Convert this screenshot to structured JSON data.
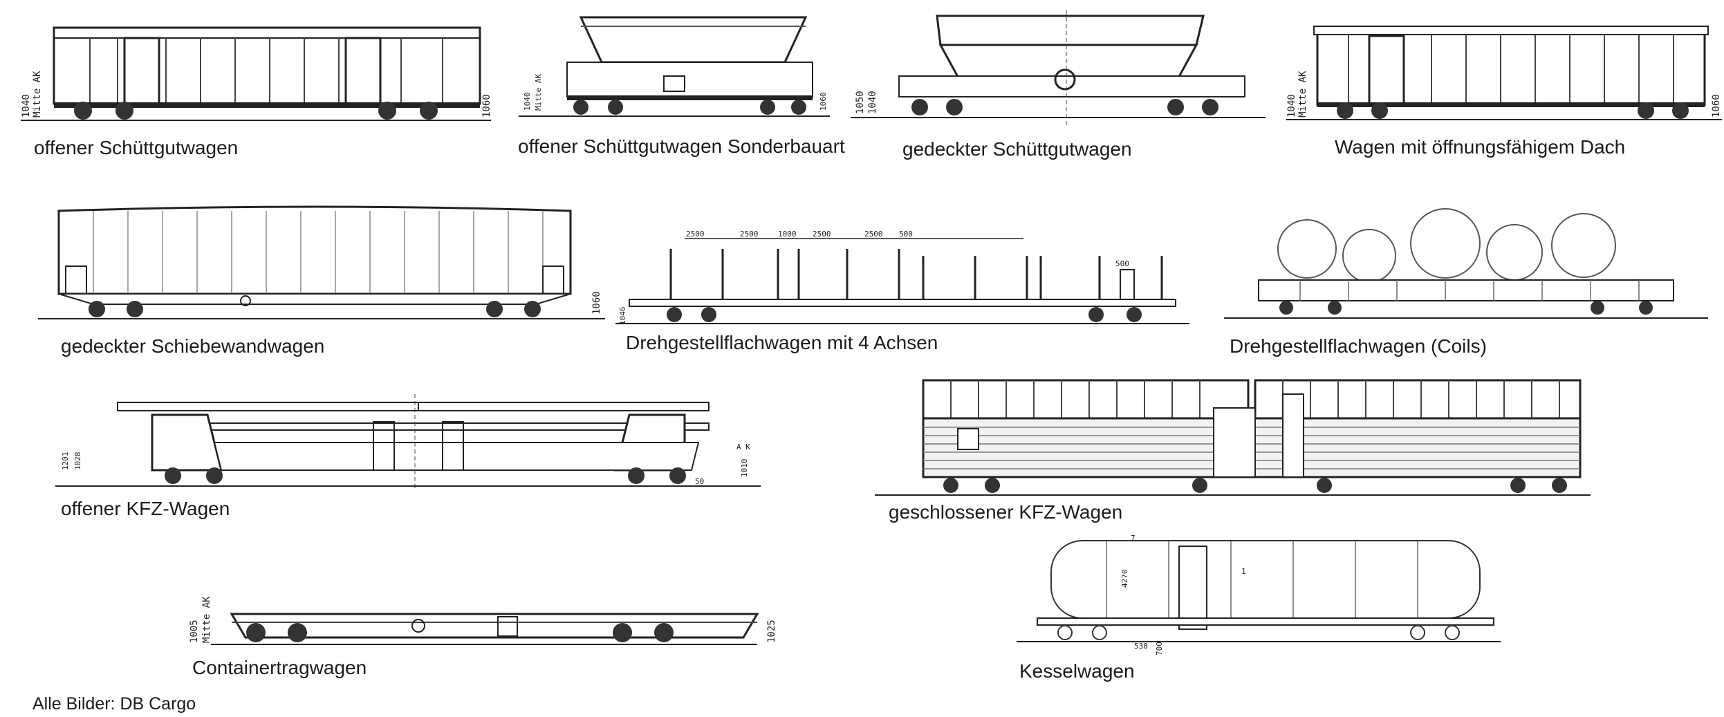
{
  "wagons": [
    {
      "key": "open_bulk",
      "label": "offener Schüttgutwagen",
      "dims": [
        "1040",
        "Mitte AK",
        "1060"
      ]
    },
    {
      "key": "open_bulk_special",
      "label": "offener Schüttgutwagen Sonderbauart",
      "dims": [
        "1040",
        "Mitte AK",
        "1060"
      ]
    },
    {
      "key": "covered_bulk",
      "label": "gedeckter Schüttgutwagen",
      "dims": [
        "1050",
        "1040"
      ]
    },
    {
      "key": "opening_roof",
      "label": "Wagen mit öffnungsfähigem Dach",
      "dims": [
        "1040",
        "Mitte AK",
        "1060"
      ]
    },
    {
      "key": "sliding_wall",
      "label": "gedeckter Schiebewandwagen",
      "dims": [
        "1060"
      ]
    },
    {
      "key": "bogie_flat_4axle",
      "label": "Drehgestellflachwagen mit 4 Achsen",
      "dims": [
        "2500",
        "2500",
        "1000",
        "2500",
        "2500",
        "500",
        "500",
        "1046"
      ]
    },
    {
      "key": "bogie_flat_coils",
      "label": "Drehgestellflachwagen (Coils)",
      "dims": []
    },
    {
      "key": "open_car_carrier",
      "label": "offener KFZ-Wagen",
      "dims": [
        "1201",
        "1028",
        "1010",
        "A K",
        "50"
      ]
    },
    {
      "key": "closed_car_carrier",
      "label": "geschlossener KFZ-Wagen",
      "dims": []
    },
    {
      "key": "container_flat",
      "label": "Containertragwagen",
      "dims": [
        "1005",
        "Mitte AK",
        "1025"
      ]
    },
    {
      "key": "tank",
      "label": "Kesselwagen",
      "dims": [
        "4270",
        "530",
        "700",
        "7",
        "1"
      ]
    }
  ],
  "credit": "Alle Bilder: DB Cargo",
  "colors": {
    "ink": "#1b1b1b",
    "line": "#222222",
    "body_fill": "#ffffff",
    "shade": "#d8d8d8"
  }
}
